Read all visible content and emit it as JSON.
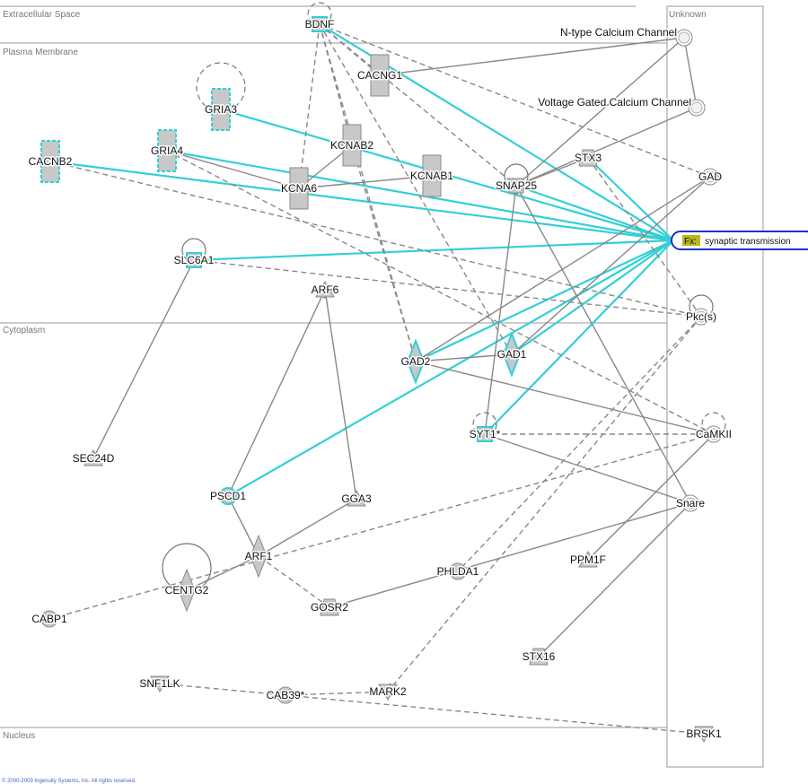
{
  "regions": {
    "extracellular": "Extracellular Space",
    "plasma_membrane": "Plasma Membrane",
    "cytoplasm": "Cytoplasm",
    "nucleus": "Nucleus",
    "unknown": "Unknown"
  },
  "function_node": {
    "badge": "Fx:",
    "label": "synaptic transmission"
  },
  "colors": {
    "highlight_edge": "#33cfd8",
    "edge": "#888888",
    "node_fill": "#c8c8c8",
    "function_border": "#1533c8",
    "badge_fill": "#b8b81e"
  },
  "nodes": [
    {
      "id": "BDNF",
      "label": "BDNF",
      "shape": "square",
      "highlight": true,
      "self_loop": "dashed"
    },
    {
      "id": "CACNG1",
      "label": "CACNG1",
      "shape": "rect",
      "highlight": false
    },
    {
      "id": "GRIA3",
      "label": "GRIA3",
      "shape": "rect",
      "highlight": true,
      "self_loop": "dashed"
    },
    {
      "id": "GRIA4",
      "label": "GRIA4",
      "shape": "rect",
      "highlight": true
    },
    {
      "id": "CACNB2",
      "label": "CACNB2",
      "shape": "rect",
      "highlight": true
    },
    {
      "id": "KCNAB2",
      "label": "KCNAB2",
      "shape": "rect",
      "highlight": false
    },
    {
      "id": "KCNA6",
      "label": "KCNA6",
      "shape": "rect",
      "highlight": false
    },
    {
      "id": "KCNAB1",
      "label": "KCNAB1",
      "shape": "rect",
      "highlight": false
    },
    {
      "id": "SNAP25",
      "label": "SNAP25",
      "shape": "square",
      "highlight": false,
      "self_loop": "solid"
    },
    {
      "id": "STX3",
      "label": "STX3",
      "shape": "trapezoid",
      "highlight": false
    },
    {
      "id": "SLC6A1",
      "label": "SLC6A1",
      "shape": "square",
      "highlight": true,
      "self_loop": "solid"
    },
    {
      "id": "ARF6",
      "label": "ARF6",
      "shape": "triangle",
      "highlight": false
    },
    {
      "id": "GAD2",
      "label": "GAD2",
      "shape": "diamond",
      "highlight": true
    },
    {
      "id": "GAD1",
      "label": "GAD1",
      "shape": "diamond",
      "highlight": true
    },
    {
      "id": "SYT1",
      "label": "SYT1*",
      "shape": "square",
      "highlight": true,
      "self_loop": "dashed"
    },
    {
      "id": "SEC24D",
      "label": "SEC24D",
      "shape": "triangle",
      "highlight": false
    },
    {
      "id": "PSCD1",
      "label": "PSCD1",
      "shape": "circle",
      "highlight": true
    },
    {
      "id": "GGA3",
      "label": "GGA3",
      "shape": "triangle",
      "highlight": false
    },
    {
      "id": "ARF1",
      "label": "ARF1",
      "shape": "diamond",
      "highlight": false
    },
    {
      "id": "CENTG2",
      "label": "CENTG2",
      "shape": "diamond",
      "highlight": false,
      "self_loop": "solid"
    },
    {
      "id": "CABP1",
      "label": "CABP1",
      "shape": "circle",
      "highlight": false
    },
    {
      "id": "GOSR2",
      "label": "GOSR2",
      "shape": "trapezoid",
      "highlight": false
    },
    {
      "id": "PHLDA1",
      "label": "PHLDA1",
      "shape": "circle",
      "highlight": false
    },
    {
      "id": "PPM1F",
      "label": "PPM1F",
      "shape": "triangle",
      "highlight": false
    },
    {
      "id": "STX16",
      "label": "STX16",
      "shape": "trapezoid",
      "highlight": false
    },
    {
      "id": "SNF1LK",
      "label": "SNF1LK",
      "shape": "invtriangle",
      "highlight": false
    },
    {
      "id": "CAB39",
      "label": "CAB39*",
      "shape": "circle",
      "highlight": false
    },
    {
      "id": "MARK2",
      "label": "MARK2",
      "shape": "invtriangle",
      "highlight": false
    },
    {
      "id": "BRSK1",
      "label": "BRSK1",
      "shape": "invtriangle",
      "highlight": false
    },
    {
      "id": "NTYPE",
      "label": "N-type Calcium Channel",
      "shape": "group",
      "highlight": false
    },
    {
      "id": "VGCC",
      "label": "Voltage Gated Calcium Channel",
      "shape": "group",
      "highlight": false
    },
    {
      "id": "GAD",
      "label": "GAD",
      "shape": "group",
      "highlight": false
    },
    {
      "id": "PKC",
      "label": "Pkc(s)",
      "shape": "group",
      "highlight": false,
      "self_loop": "solid"
    },
    {
      "id": "CAMKII",
      "label": "CaMKII",
      "shape": "group",
      "highlight": false,
      "self_loop": "dashed"
    },
    {
      "id": "SNARE",
      "label": "Snare",
      "shape": "group",
      "highlight": false
    }
  ],
  "edges": [
    {
      "from": "BDNF",
      "to": "FX",
      "style": "highlight"
    },
    {
      "from": "GRIA3",
      "to": "FX",
      "style": "highlight"
    },
    {
      "from": "GRIA4",
      "to": "FX",
      "style": "highlight"
    },
    {
      "from": "CACNB2",
      "to": "FX",
      "style": "highlight"
    },
    {
      "from": "SLC6A1",
      "to": "FX",
      "style": "highlight"
    },
    {
      "from": "GAD2",
      "to": "FX",
      "style": "highlight"
    },
    {
      "from": "GAD1",
      "to": "FX",
      "style": "highlight"
    },
    {
      "from": "SYT1",
      "to": "FX",
      "style": "highlight"
    },
    {
      "from": "PSCD1",
      "to": "FX",
      "style": "highlight"
    },
    {
      "from": "SNAP25",
      "to": "FX",
      "style": "highlight"
    },
    {
      "from": "STX3",
      "to": "FX",
      "style": "highlight"
    },
    {
      "from": "CACNG1",
      "to": "NTYPE",
      "style": "solid"
    },
    {
      "from": "VGCC",
      "to": "NTYPE",
      "style": "solid",
      "arrow": true
    },
    {
      "from": "SNAP25",
      "to": "NTYPE",
      "style": "solid"
    },
    {
      "from": "SNAP25",
      "to": "VGCC",
      "style": "solid"
    },
    {
      "from": "BDNF",
      "to": "CACNG1",
      "style": "dashed"
    },
    {
      "from": "BDNF",
      "to": "KCNAB2",
      "style": "dashed"
    },
    {
      "from": "BDNF",
      "to": "KCNA6",
      "style": "dashed"
    },
    {
      "from": "BDNF",
      "to": "SNAP25",
      "style": "dashed",
      "arrow": true
    },
    {
      "from": "BDNF",
      "to": "GAD",
      "style": "dashed",
      "arrow": true
    },
    {
      "from": "BDNF",
      "to": "GAD2",
      "style": "dashed",
      "arrow": true
    },
    {
      "from": "BDNF",
      "to": "GAD1",
      "style": "dashed",
      "arrow": true
    },
    {
      "from": "KCNAB2",
      "to": "KCNA6",
      "style": "solid"
    },
    {
      "from": "KCNAB1",
      "to": "KCNA6",
      "style": "solid"
    },
    {
      "from": "KCNAB2",
      "to": "GAD2",
      "style": "dashed",
      "arrow": true
    },
    {
      "from": "GRIA4",
      "to": "KCNA6",
      "style": "solid"
    },
    {
      "from": "GRIA4",
      "to": "CAMKII",
      "style": "dashed",
      "arrow": true
    },
    {
      "from": "CACNB2",
      "to": "PKC",
      "style": "dashed"
    },
    {
      "from": "SLC6A1",
      "to": "PKC",
      "style": "dashed"
    },
    {
      "from": "SLC6A1",
      "to": "SEC24D",
      "style": "solid"
    },
    {
      "from": "STX3",
      "to": "SNAP25",
      "style": "solid"
    },
    {
      "from": "PKC",
      "to": "STX3",
      "style": "dashed",
      "arrow": true
    },
    {
      "from": "SNAP25",
      "to": "SYT1",
      "style": "solid"
    },
    {
      "from": "SNARE",
      "to": "SNAP25",
      "style": "solid",
      "arrow": true
    },
    {
      "from": "GAD",
      "to": "GAD2",
      "style": "solid",
      "arrow": true
    },
    {
      "from": "GAD",
      "to": "GAD1",
      "style": "solid",
      "arrow": true
    },
    {
      "from": "GAD1",
      "to": "GAD2",
      "style": "solid"
    },
    {
      "from": "GAD2",
      "to": "CAMKII",
      "style": "solid"
    },
    {
      "from": "CAMKII",
      "to": "SYT1",
      "style": "dashed",
      "arrow": true
    },
    {
      "from": "SYT1",
      "to": "SNARE",
      "style": "solid"
    },
    {
      "from": "PKC",
      "to": "MARK2",
      "style": "dashed",
      "arrow": true
    },
    {
      "from": "PKC",
      "to": "PHLDA1",
      "style": "dashed"
    },
    {
      "from": "PSCD1",
      "to": "ARF6",
      "style": "solid",
      "arrow": true
    },
    {
      "from": "PSCD1",
      "to": "ARF1",
      "style": "solid",
      "arrow": true
    },
    {
      "from": "GGA3",
      "to": "ARF6",
      "style": "solid"
    },
    {
      "from": "GGA3",
      "to": "ARF1",
      "style": "solid"
    },
    {
      "from": "CENTG2",
      "to": "ARF1",
      "style": "solid"
    },
    {
      "from": "CABP1",
      "to": "CAMKII",
      "style": "dashed",
      "arrow": true
    },
    {
      "from": "GOSR2",
      "to": "ARF1",
      "style": "dashed",
      "arrow": true
    },
    {
      "from": "SNARE",
      "to": "GOSR2",
      "style": "solid",
      "arrow": true
    },
    {
      "from": "PPM1F",
      "to": "CAMKII",
      "style": "solid",
      "arrow": true
    },
    {
      "from": "SNARE",
      "to": "STX16",
      "style": "solid",
      "arrow": true
    },
    {
      "from": "SNF1LK",
      "to": "CAB39",
      "style": "dashed"
    },
    {
      "from": "MARK2",
      "to": "CAB39",
      "style": "dashed"
    },
    {
      "from": "CAB39",
      "to": "BRSK1",
      "style": "dashed"
    }
  ],
  "copyright": "© 2000-2009 Ingenuity Systems, Inc. All rights reserved."
}
